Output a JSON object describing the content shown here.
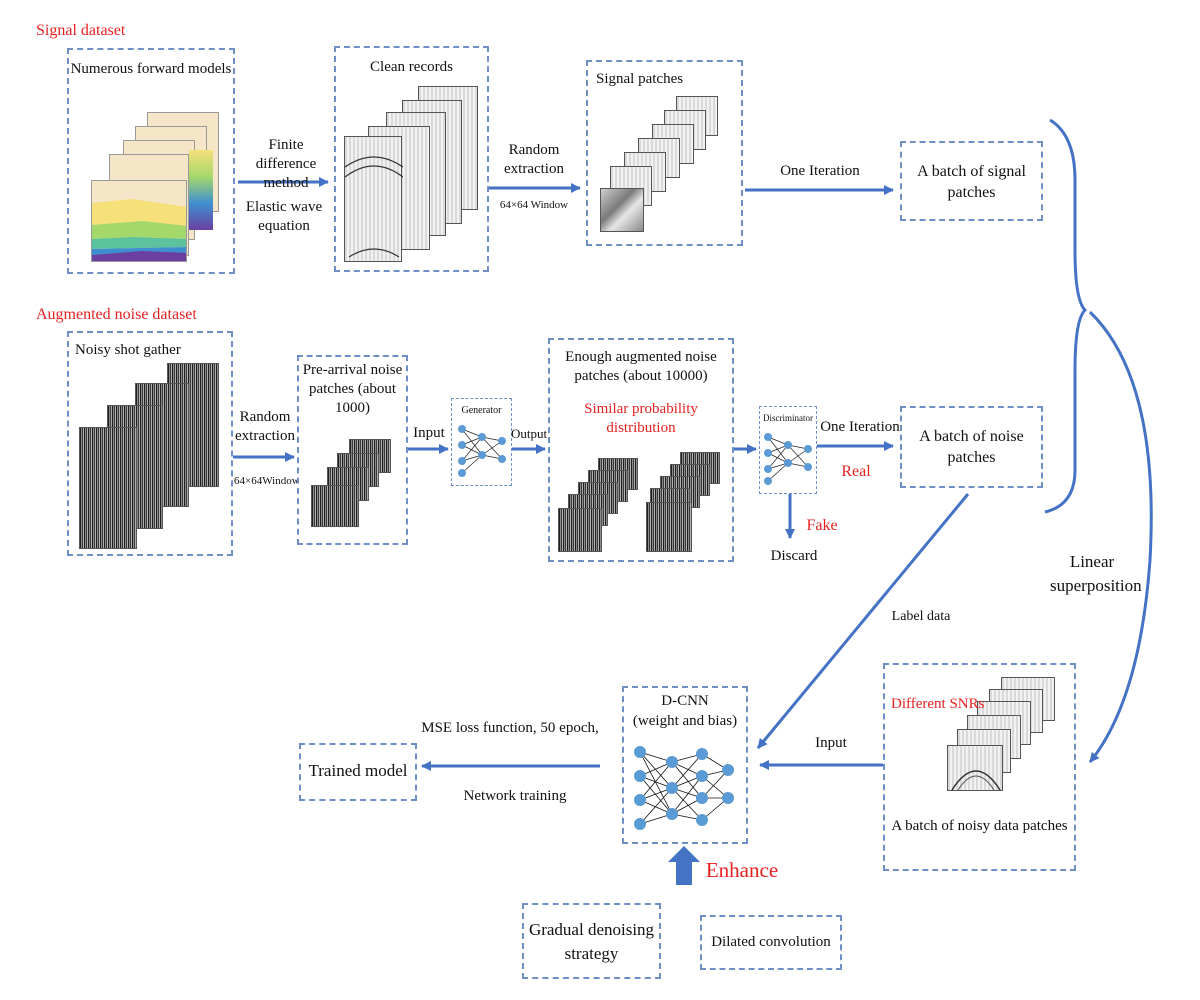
{
  "sections": {
    "signal_dataset": "Signal dataset",
    "noise_dataset": "Augmented noise dataset"
  },
  "boxes": {
    "forward_models": "Numerous forward models",
    "clean_records": "Clean records",
    "signal_patches": "Signal patches",
    "signal_batch": "A batch of signal patches",
    "noisy_shot": "Noisy shot gather",
    "pre_arrival": "Pre-arrival noise patches (about 1000)",
    "generator": "Generator",
    "enough_noise": "Enough augmented noise patches (about 10000)",
    "similar_dist": "Similar probability distribution",
    "discriminator": "Discriminator",
    "noise_batch": "A batch of noise patches",
    "different_snrs": "Different SNRs",
    "noisy_batch": "A batch of noisy data patches",
    "dcnn": "D-CNN",
    "dcnn_sub": "(weight and bias)",
    "trained_model": "Trained model",
    "gradual": "Gradual denoising strategy",
    "dilated": "Dilated convolution"
  },
  "arrow_labels": {
    "finite_diff": "Finite difference method",
    "elastic": "Elastic wave equation",
    "random_extraction_1": "Random extraction",
    "window_1": "64×64  Window",
    "one_iteration_1": "One Iteration",
    "random_extraction_2": "Random extraction",
    "window_2": "64×64Window",
    "input_1": "Input",
    "output": "Output",
    "one_iteration_2": "One Iteration",
    "real": "Real",
    "fake": "Fake",
    "discard": "Discard",
    "linear_superposition": "Linear superposition",
    "label_data": "Label data",
    "input_2": "Input",
    "mse": "MSE loss function, 50 epoch,",
    "network_training": "Network training",
    "enhance": "Enhance"
  },
  "colors": {
    "arrow": "#4472c4",
    "dashed_border": "#6f8fc9",
    "highlight_text": "#e52222"
  }
}
